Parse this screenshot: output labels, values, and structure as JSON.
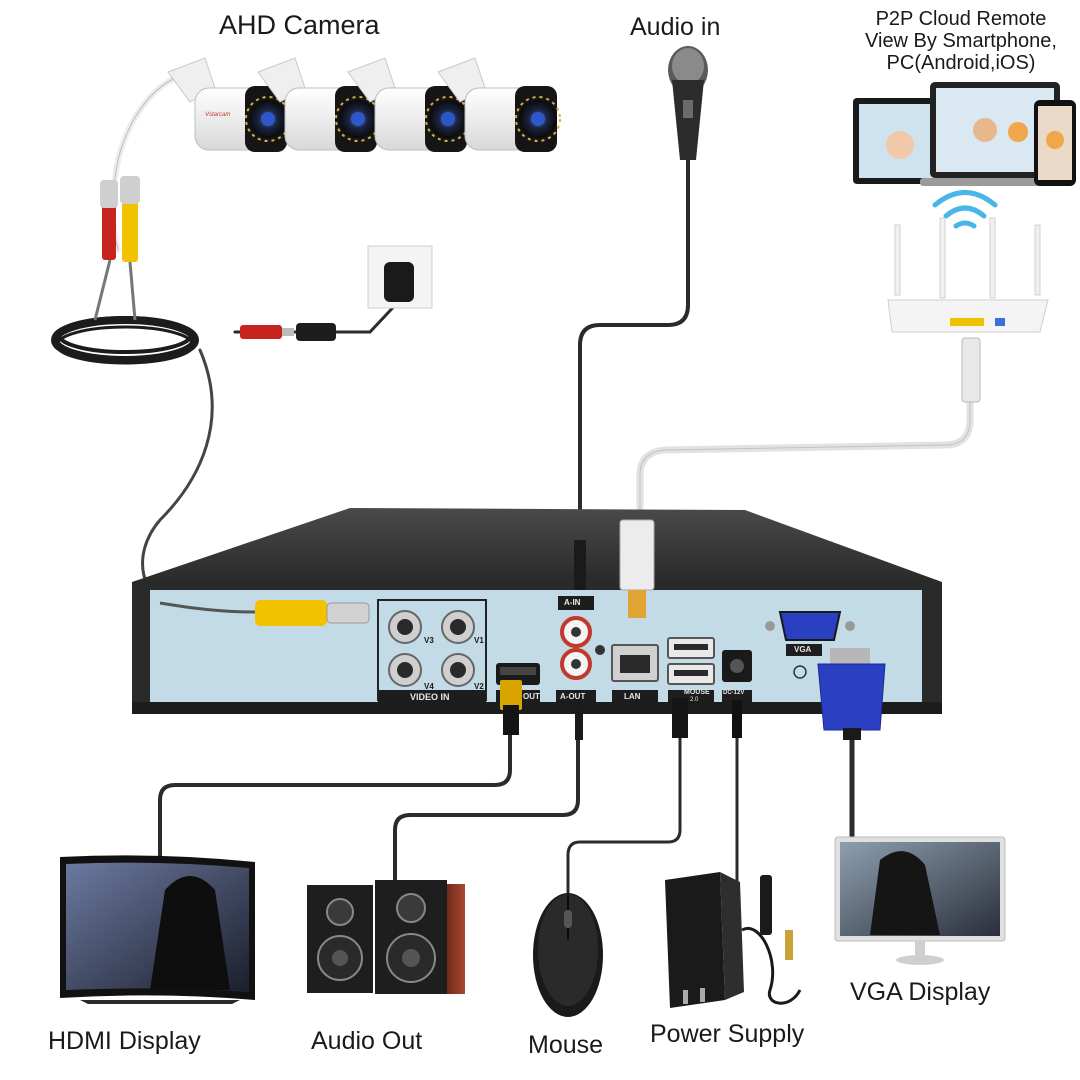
{
  "labels": {
    "ahd_camera": "AHD Camera",
    "audio_in": "Audio in",
    "p2p_line1": "P2P Cloud Remote",
    "p2p_line2": "View By Smartphone,",
    "p2p_line3": "PC(Android,iOS)",
    "hdmi_display": "HDMI Display",
    "audio_out": "Audio Out",
    "mouse": "Mouse",
    "power_supply": "Power Supply",
    "vga_display": "VGA Display"
  },
  "panel": {
    "video_in": "VIDEO IN",
    "v1": "V1",
    "v2": "V2",
    "v3": "V3",
    "v4": "V4",
    "a_in": "A-IN",
    "a_out": "A-OUT",
    "out": "OUT",
    "lan": "LAN",
    "mouse_port": "MOUSE",
    "usb": "2.0",
    "dc": "DC-12V",
    "vga": "VGA"
  },
  "camera_brand": "Vstarcam",
  "colors": {
    "cable": "#2b2b2b",
    "panel": "#c3dbe6",
    "dvr_body": "#3a3a3a",
    "bnc_yellow": "#f2c200",
    "vga_blue": "#2a3fc2",
    "lan_cable": "#e6e6e6"
  }
}
